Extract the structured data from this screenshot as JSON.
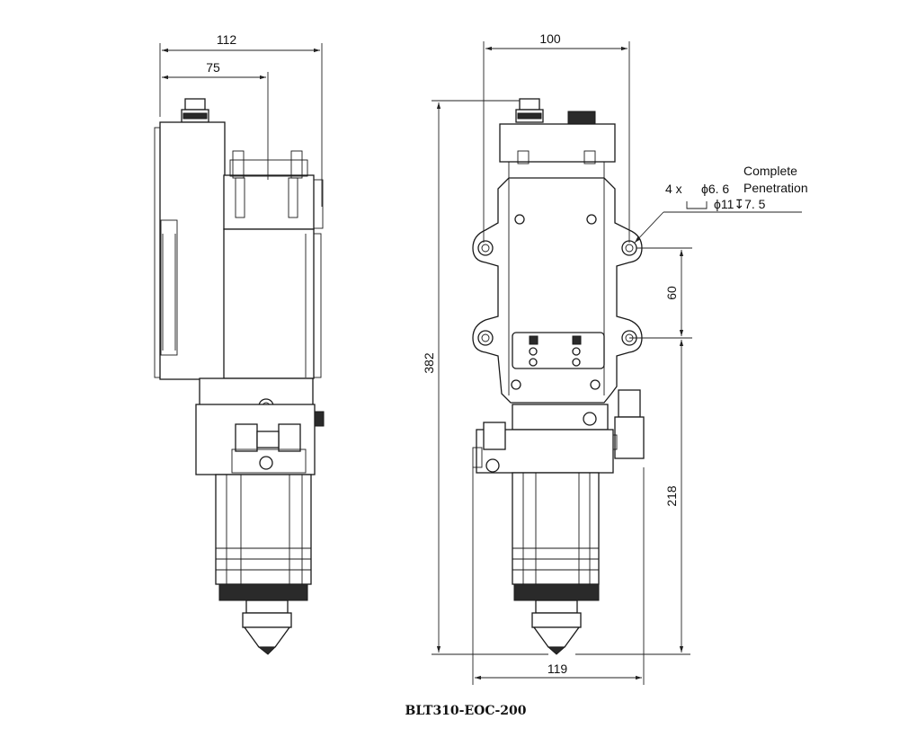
{
  "drawing_title": "BLT310-EOC-200",
  "dimensions": {
    "side_width": "112",
    "side_offset": "75",
    "front_width": "100",
    "total_height": "382",
    "hole_spacing": "60",
    "lower_height": "218",
    "bottom_width": "119"
  },
  "annotation": {
    "line1_count": "4 x",
    "line1_dia": "ϕ6. 6",
    "line2_spec": "ϕ11↧7. 5",
    "note_line1": "Complete",
    "note_line2": "Penetration"
  }
}
